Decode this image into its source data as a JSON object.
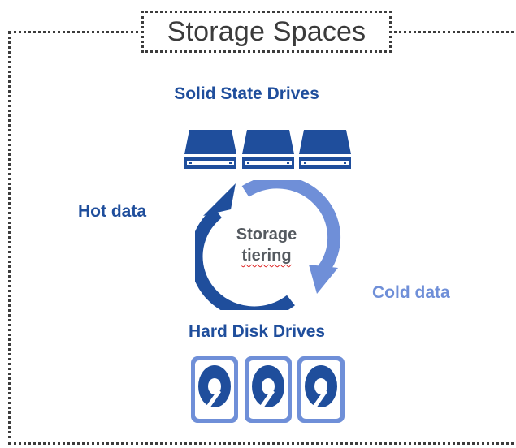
{
  "title": "Storage Spaces",
  "ssd_label": "Solid State Drives",
  "hdd_label": "Hard Disk Drives",
  "hot_label": "Hot data",
  "cold_label": "Cold data",
  "center_line1": "Storage",
  "center_line2": "tiering",
  "colors": {
    "dark_blue": "#1f4e9c",
    "light_blue": "#6f8fd8",
    "frame": "#3c3c3c"
  },
  "icons": {
    "ssd": "solid-state-drive-icon",
    "hdd": "hard-disk-drive-icon"
  }
}
